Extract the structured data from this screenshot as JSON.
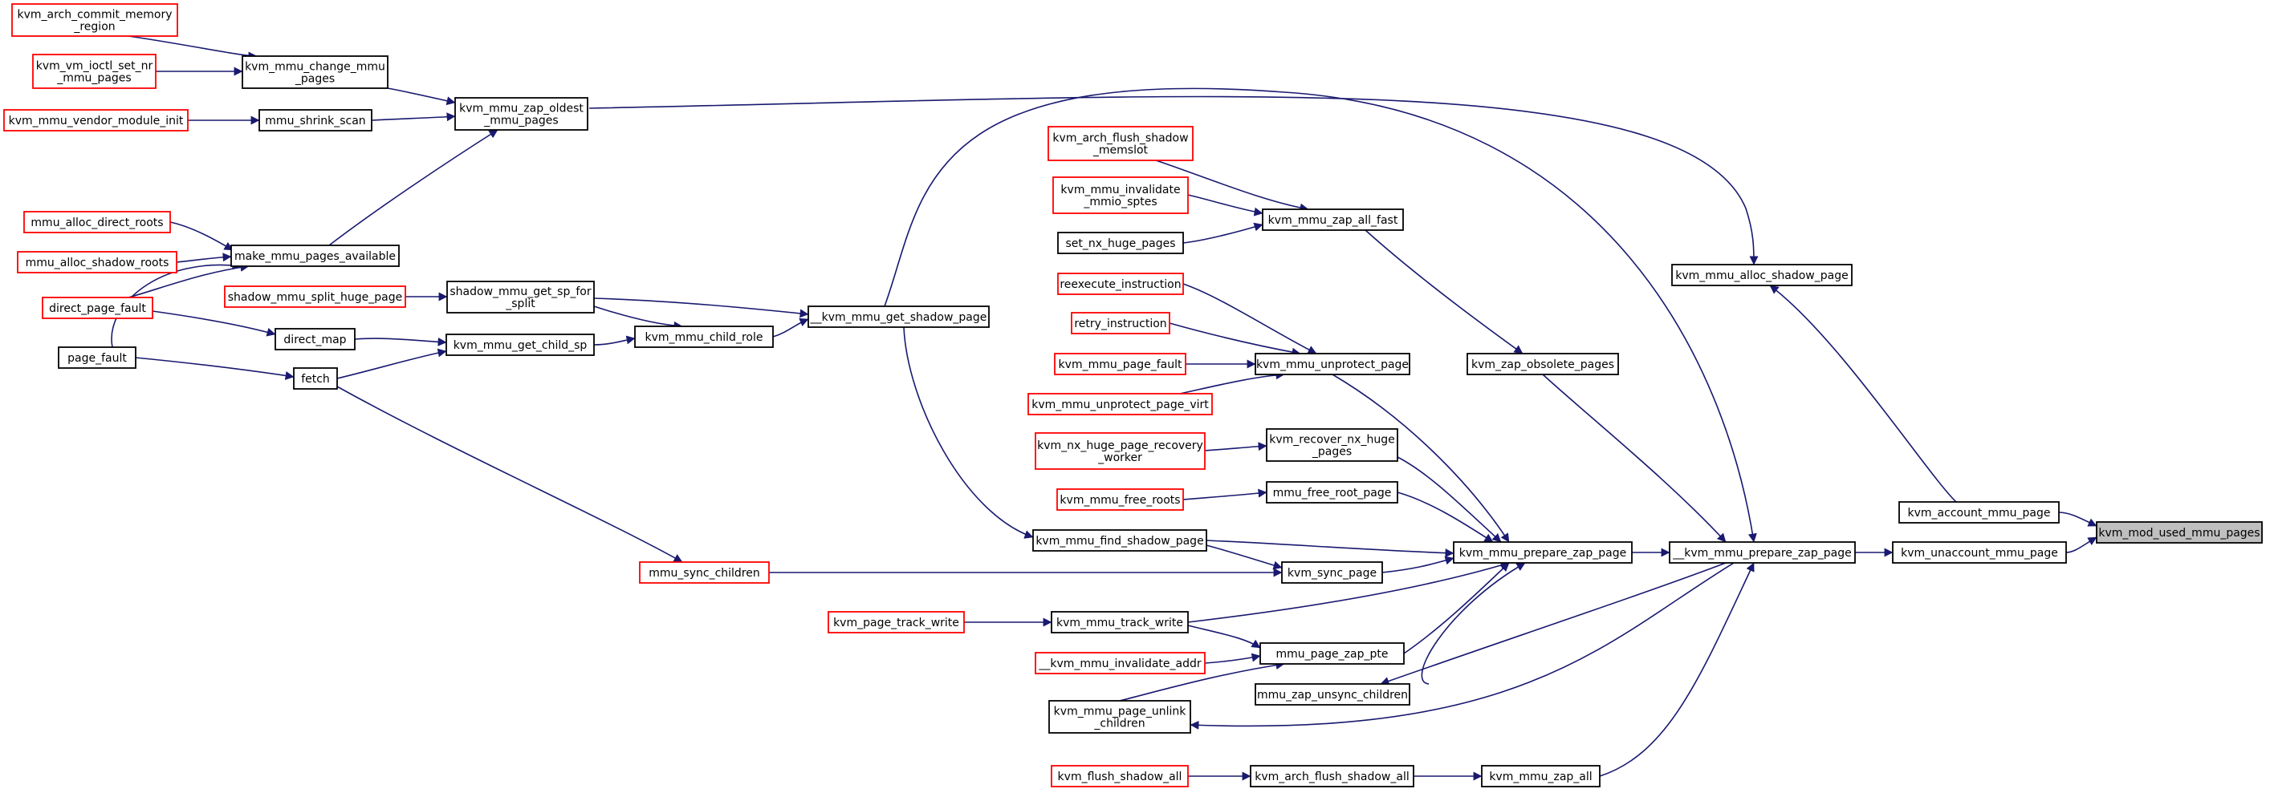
{
  "colors": {
    "edge": "#191970",
    "link_node_border": "#ff0000",
    "plain_node_border": "#000000",
    "focus_node_fill": "#bfbfbf",
    "background": "#ffffff"
  },
  "nodes": [
    {
      "id": "focus",
      "lines": [
        "kvm_mod_used_mmu_pages"
      ],
      "style": "focus"
    },
    {
      "id": "account",
      "lines": [
        "kvm_account_mmu_page"
      ],
      "style": "plain"
    },
    {
      "id": "unaccount",
      "lines": [
        "kvm_unaccount_mmu_page"
      ],
      "style": "plain"
    },
    {
      "id": "alloc_shadow_page",
      "lines": [
        "kvm_mmu_alloc_shadow_page"
      ],
      "style": "plain"
    },
    {
      "id": "__prepare_zap",
      "lines": [
        "__kvm_mmu_prepare_zap_page"
      ],
      "style": "plain"
    },
    {
      "id": "prepare_zap",
      "lines": [
        "kvm_mmu_prepare_zap_page"
      ],
      "style": "plain"
    },
    {
      "id": "zap_obsolete",
      "lines": [
        "kvm_zap_obsolete_pages"
      ],
      "style": "plain"
    },
    {
      "id": "zap_all",
      "lines": [
        "kvm_mmu_zap_all"
      ],
      "style": "plain"
    },
    {
      "id": "arch_flush_all",
      "lines": [
        "kvm_arch_flush_shadow_all"
      ],
      "style": "plain"
    },
    {
      "id": "flush_shadow_all",
      "lines": [
        "kvm_flush_shadow_all"
      ],
      "style": "link"
    },
    {
      "id": "zap_unsync",
      "lines": [
        "mmu_zap_unsync_children"
      ],
      "style": "plain"
    },
    {
      "id": "unlink_children",
      "lines": [
        "kvm_mmu_page_unlink",
        "_children"
      ],
      "style": "plain"
    },
    {
      "id": "page_zap_pte",
      "lines": [
        "mmu_page_zap_pte"
      ],
      "style": "plain"
    },
    {
      "id": "__invalidate_addr",
      "lines": [
        "__kvm_mmu_invalidate_addr"
      ],
      "style": "link"
    },
    {
      "id": "track_write",
      "lines": [
        "kvm_mmu_track_write"
      ],
      "style": "plain"
    },
    {
      "id": "page_track_write",
      "lines": [
        "kvm_page_track_write"
      ],
      "style": "link"
    },
    {
      "id": "sync_page",
      "lines": [
        "kvm_sync_page"
      ],
      "style": "plain"
    },
    {
      "id": "mmu_sync_children",
      "lines": [
        "mmu_sync_children"
      ],
      "style": "link"
    },
    {
      "id": "find_shadow_page",
      "lines": [
        "kvm_mmu_find_shadow_page"
      ],
      "style": "plain"
    },
    {
      "id": "free_root_page",
      "lines": [
        "mmu_free_root_page"
      ],
      "style": "plain"
    },
    {
      "id": "free_roots",
      "lines": [
        "kvm_mmu_free_roots"
      ],
      "style": "link"
    },
    {
      "id": "recover_nx",
      "lines": [
        "kvm_recover_nx_huge",
        "_pages"
      ],
      "style": "plain"
    },
    {
      "id": "nx_recovery_worker",
      "lines": [
        "kvm_nx_huge_page_recovery",
        "_worker"
      ],
      "style": "link"
    },
    {
      "id": "unprotect_page",
      "lines": [
        "kvm_mmu_unprotect_page"
      ],
      "style": "plain"
    },
    {
      "id": "reexecute",
      "lines": [
        "reexecute_instruction"
      ],
      "style": "link"
    },
    {
      "id": "retry",
      "lines": [
        "retry_instruction"
      ],
      "style": "link"
    },
    {
      "id": "page_fault_kvm",
      "lines": [
        "kvm_mmu_page_fault"
      ],
      "style": "link"
    },
    {
      "id": "unprotect_virt",
      "lines": [
        "kvm_mmu_unprotect_page_virt"
      ],
      "style": "link"
    },
    {
      "id": "zap_all_fast",
      "lines": [
        "kvm_mmu_zap_all_fast"
      ],
      "style": "plain"
    },
    {
      "id": "arch_flush_memslot",
      "lines": [
        "kvm_arch_flush_shadow",
        "_memslot"
      ],
      "style": "link"
    },
    {
      "id": "invalidate_mmio",
      "lines": [
        "kvm_mmu_invalidate",
        "_mmio_sptes"
      ],
      "style": "link"
    },
    {
      "id": "set_nx",
      "lines": [
        "set_nx_huge_pages"
      ],
      "style": "plain"
    },
    {
      "id": "__get_shadow_page",
      "lines": [
        "__kvm_mmu_get_shadow_page"
      ],
      "style": "plain"
    },
    {
      "id": "child_role",
      "lines": [
        "kvm_mmu_child_role"
      ],
      "style": "plain"
    },
    {
      "id": "get_child_sp",
      "lines": [
        "kvm_mmu_get_child_sp"
      ],
      "style": "plain"
    },
    {
      "id": "get_sp_for_split",
      "lines": [
        "shadow_mmu_get_sp_for",
        "_split"
      ],
      "style": "plain"
    },
    {
      "id": "split_huge_page",
      "lines": [
        "shadow_mmu_split_huge_page"
      ],
      "style": "link"
    },
    {
      "id": "direct_map",
      "lines": [
        "direct_map"
      ],
      "style": "plain"
    },
    {
      "id": "fetch",
      "lines": [
        "fetch"
      ],
      "style": "plain"
    },
    {
      "id": "direct_page_fault",
      "lines": [
        "direct_page_fault"
      ],
      "style": "link"
    },
    {
      "id": "page_fault",
      "lines": [
        "page_fault"
      ],
      "style": "plain"
    },
    {
      "id": "make_available",
      "lines": [
        "make_mmu_pages_available"
      ],
      "style": "plain"
    },
    {
      "id": "alloc_direct_roots",
      "lines": [
        "mmu_alloc_direct_roots"
      ],
      "style": "link"
    },
    {
      "id": "alloc_shadow_roots",
      "lines": [
        "mmu_alloc_shadow_roots"
      ],
      "style": "link"
    },
    {
      "id": "zap_oldest",
      "lines": [
        "kvm_mmu_zap_oldest",
        "_mmu_pages"
      ],
      "style": "plain"
    },
    {
      "id": "change_mmu_pages",
      "lines": [
        "kvm_mmu_change_mmu",
        "_pages"
      ],
      "style": "plain"
    },
    {
      "id": "shrink_scan",
      "lines": [
        "mmu_shrink_scan"
      ],
      "style": "plain"
    },
    {
      "id": "commit_memory_region",
      "lines": [
        "kvm_arch_commit_memory",
        "_region"
      ],
      "style": "link"
    },
    {
      "id": "set_nr_mmu_pages",
      "lines": [
        "kvm_vm_ioctl_set_nr",
        "_mmu_pages"
      ],
      "style": "link"
    },
    {
      "id": "vendor_module_init",
      "lines": [
        "kvm_mmu_vendor_module_init"
      ],
      "style": "link"
    }
  ]
}
